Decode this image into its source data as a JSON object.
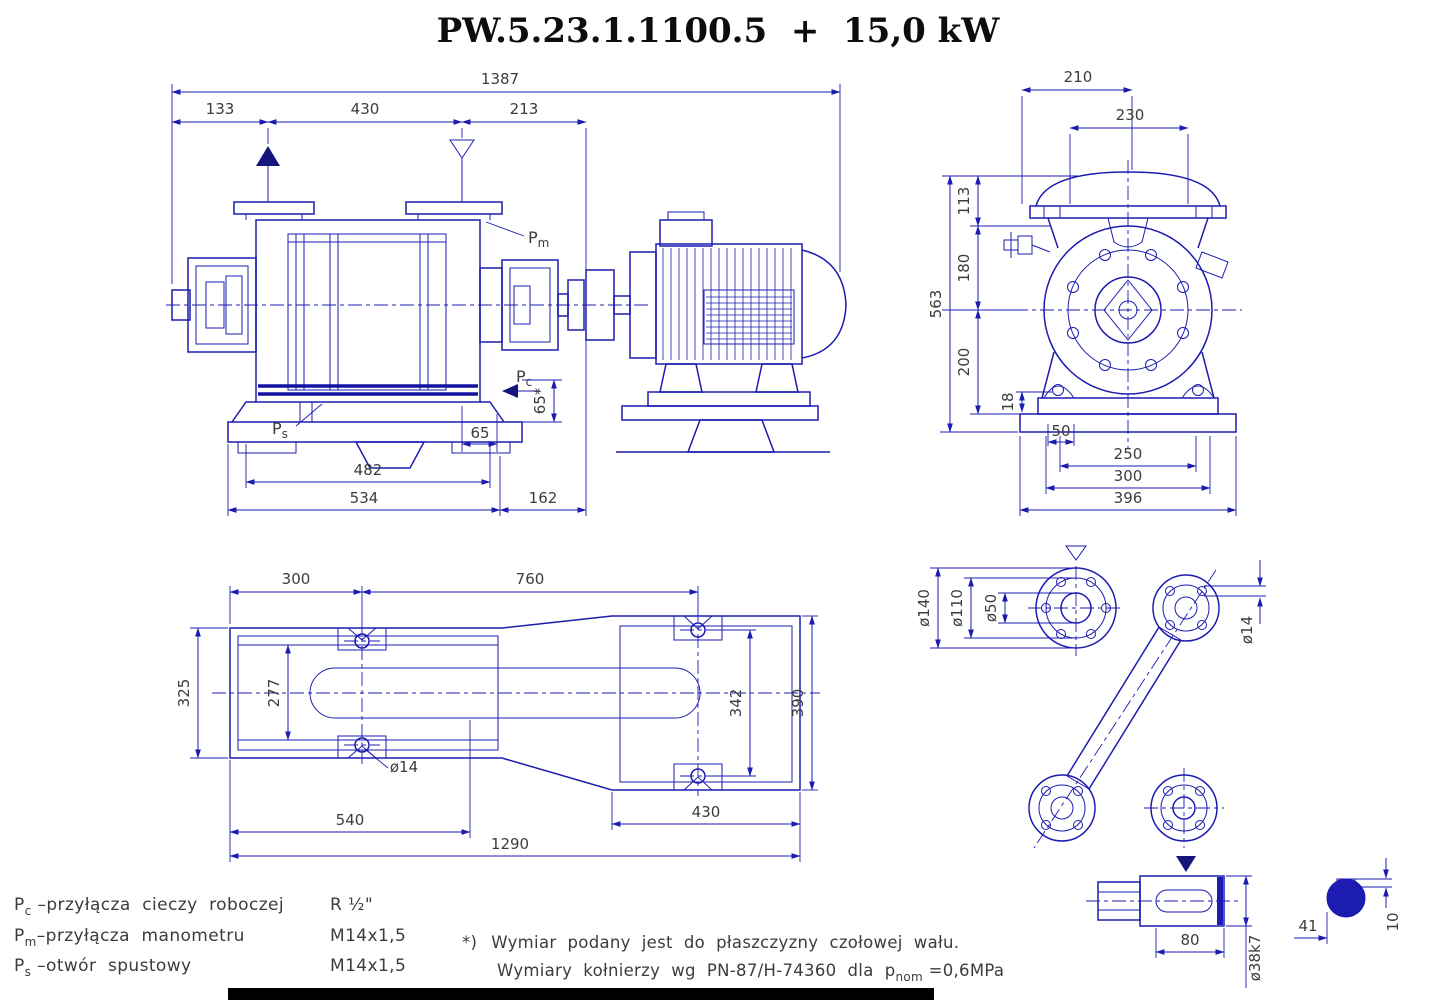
{
  "title": "PW.5.23.1.1100.5  +  15,0 kW",
  "side_view": {
    "dim_1387": "1387",
    "dim_133": "133",
    "dim_430": "430",
    "dim_213": "213",
    "label_pm": {
      "base": "P",
      "sub": "m"
    },
    "label_pc": {
      "base": "P",
      "sub": "c"
    },
    "label_ps": {
      "base": "P",
      "sub": "s"
    },
    "dim_65_vertical": "65*",
    "dim_65": "65",
    "dim_482": "482",
    "dim_534": "534",
    "dim_162": "162"
  },
  "front_view": {
    "dim_210": "210",
    "dim_230": "230",
    "dim_113": "113",
    "dim_180": "180",
    "dim_563": "563",
    "dim_200": "200",
    "dim_18": "18",
    "dim_50": "50",
    "dim_250": "250",
    "dim_300": "300",
    "dim_396": "396"
  },
  "top_view": {
    "dim_300": "300",
    "dim_760": "760",
    "dim_325": "325",
    "dim_277": "277",
    "dim_342": "342",
    "dim_390": "390",
    "dim_hole_14": "ø14",
    "dim_540": "540",
    "dim_430": "430",
    "dim_1290": "1290"
  },
  "flange_detail": {
    "dim_140": "ø140",
    "dim_110": "ø110",
    "dim_50": "ø50",
    "dim_14": "ø14"
  },
  "shaft_detail": {
    "dim_80": "80",
    "dim_38": "ø38k7",
    "dim_41": "41",
    "dim_10": "10"
  },
  "legend": {
    "rows": [
      {
        "symbol": "P",
        "subscript": "c",
        "desc": " –przyłącza  cieczy  roboczej",
        "value": "R ½\""
      },
      {
        "symbol": "P",
        "subscript": "m",
        "desc": "–przyłącza  manometru",
        "value": "M14x1,5"
      },
      {
        "symbol": "P",
        "subscript": "s",
        "desc": " –otwór  spustowy",
        "value": "M14x1,5"
      }
    ]
  },
  "notes": {
    "star": "*)",
    "line1": "Wymiar  podany  jest  do  płaszczyzny  czołowej  wału.",
    "line2_prefix": "Wymiary  kołnierzy  wg  PN-87/H-74360  dla  p",
    "line2_sub": "nom",
    "line2_suffix": " =0,6MPa"
  },
  "colors": {
    "drawing_line": "#1c1cb0",
    "dimension_text": "#3c3c3c",
    "title_text": "#0d0d0d",
    "background": "#ffffff"
  }
}
